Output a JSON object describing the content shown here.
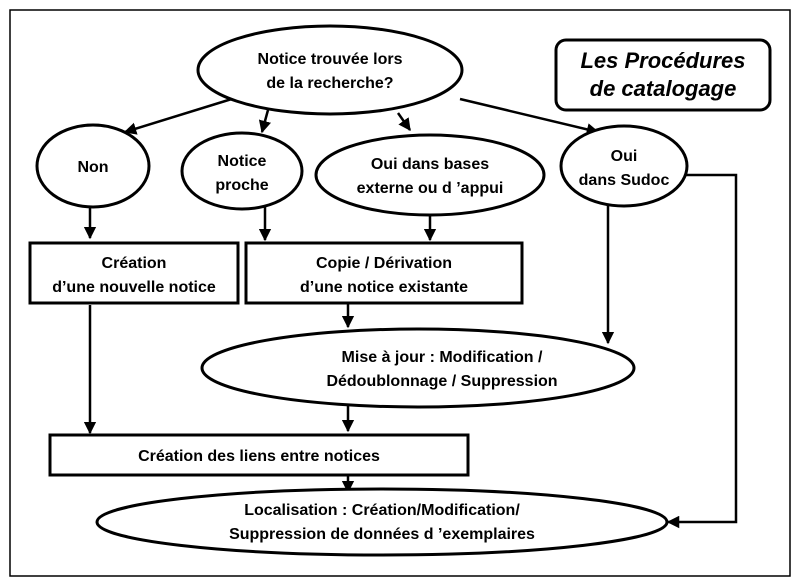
{
  "title": {
    "line1": "Les Procédures",
    "line2": "de catalogage"
  },
  "nodes": {
    "question": {
      "line1": "Notice trouvée lors",
      "line2": "de la recherche?"
    },
    "non": {
      "line1": "Non"
    },
    "proche": {
      "line1": "Notice",
      "line2": "proche"
    },
    "externe": {
      "line1": "Oui dans bases",
      "line2": "externe ou d ’appui"
    },
    "sudoc": {
      "line1": "Oui",
      "line2": "dans Sudoc"
    },
    "creation": {
      "line1": "Création",
      "line2": "d’une nouvelle notice"
    },
    "copie": {
      "line1": "Copie / Dérivation",
      "line2": "d’une notice existante"
    },
    "miseajour": {
      "line1": "Mise à jour : Modification /",
      "line2": "Dédoublonnage / Suppression"
    },
    "liens": {
      "line1": "Création des liens entre notices"
    },
    "localisation": {
      "line1": "Localisation : Création/Modification/",
      "line2": "Suppression de données d ’exemplaires"
    }
  },
  "edges": [
    {
      "from": "question",
      "to": "non"
    },
    {
      "from": "question",
      "to": "proche"
    },
    {
      "from": "question",
      "to": "externe"
    },
    {
      "from": "question",
      "to": "sudoc"
    },
    {
      "from": "non",
      "to": "creation"
    },
    {
      "from": "proche",
      "to": "copie"
    },
    {
      "from": "externe",
      "to": "copie"
    },
    {
      "from": "copie",
      "to": "miseajour"
    },
    {
      "from": "sudoc",
      "to": "miseajour"
    },
    {
      "from": "creation",
      "to": "liens"
    },
    {
      "from": "miseajour",
      "to": "liens"
    },
    {
      "from": "liens",
      "to": "localisation"
    },
    {
      "from": "sudoc",
      "to": "localisation"
    }
  ]
}
